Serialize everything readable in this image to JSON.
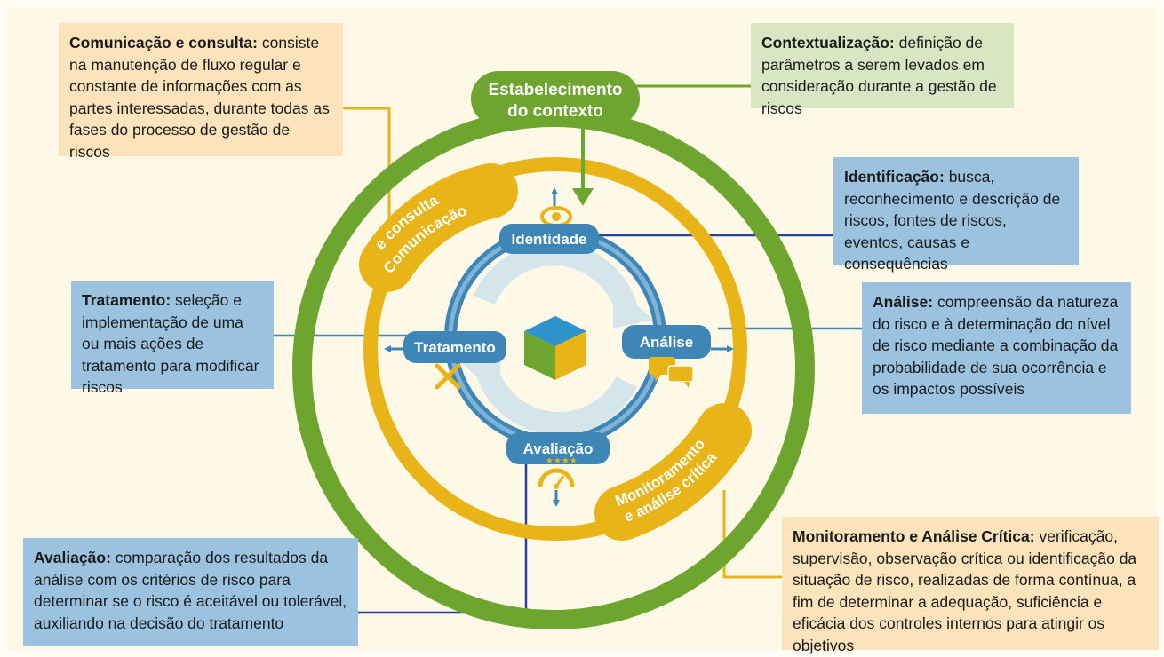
{
  "colors": {
    "green_ring": "#6ea52f",
    "yellow_ring": "#e9b417",
    "blue_ring": "#3d86b6",
    "navy_line": "#27429a",
    "peach_box": "#fbe3bb",
    "green_box": "#d8e6c4",
    "blue_box": "#9bc3e0"
  },
  "rings": {
    "outer_label_line1": "Estabelecimento",
    "outer_label_line2": "do contexto",
    "comm_arc_line1": "Comunicação",
    "comm_arc_line2": "e consulta",
    "monit_arc_line1": "Monitoramento",
    "monit_arc_line2": "e análise crítica"
  },
  "inner": {
    "identidade": "Identidade",
    "analise": "Análise",
    "avaliacao": "Avaliação",
    "tratamento": "Tratamento"
  },
  "icons": {
    "center": "cube-icon",
    "cycle": "refresh-arrows-icon",
    "identidade": "eye-icon",
    "analise": "speech-bubbles-icon",
    "avaliacao": "rating-gauge-icon",
    "tratamento": "tools-icon"
  },
  "boxes": {
    "comunicacao": {
      "title": "Comunicação e consulta:",
      "text": "consiste na manutenção de fluxo regular e constante de informações com as partes interessadas, durante todas as fases do processo de gestão de riscos"
    },
    "contextualizacao": {
      "title": "Contextualização:",
      "text": "definição de parâmetros a serem levados em consideração durante a gestão de riscos"
    },
    "identificacao": {
      "title": "Identificação:",
      "text": "busca, reconhecimento e descrição de riscos, fontes de riscos, eventos, causas e consequências"
    },
    "tratamento": {
      "title": "Tratamento:",
      "text": "seleção e implementação de uma ou mais ações de tratamento para modificar riscos"
    },
    "analise": {
      "title": "Análise:",
      "text": "compreensão da natureza do risco e à determinação do nível de risco mediante a combinação da probabilidade de sua ocorrência e os impactos possíveis"
    },
    "avaliacao": {
      "title": "Avaliação:",
      "text": "comparação dos resultados da análise com os critérios de risco para determinar se o risco é aceitável ou tolerável, auxiliando na decisão do tratamento"
    },
    "monitoramento": {
      "title": "Monitoramento e Análise Crítica:",
      "text": "verificação, supervisão, observação crítica ou identificação da situação de risco, realizadas de forma contínua, a fim de determinar a adequação, suficiência e eficácia dos controles internos para atingir os objetivos"
    }
  }
}
